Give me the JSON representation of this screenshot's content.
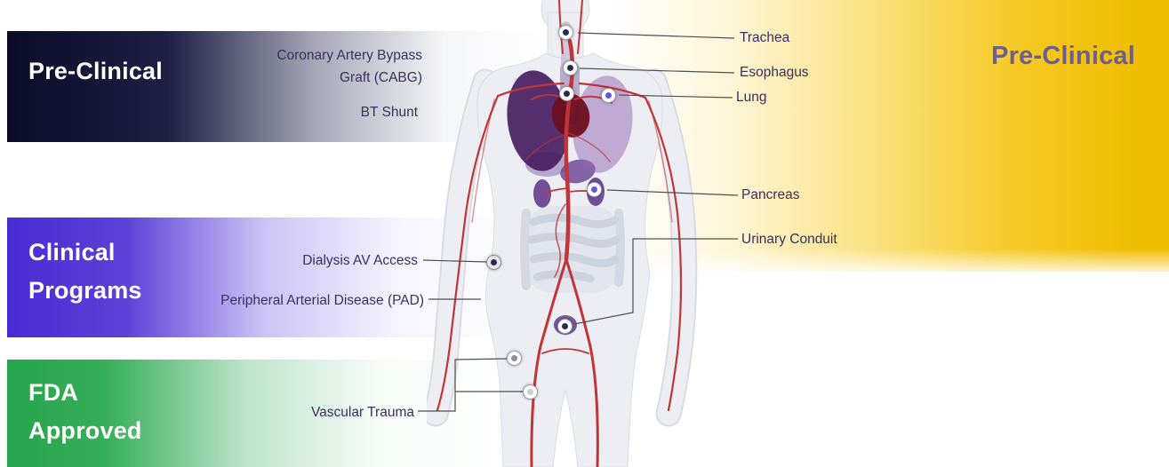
{
  "stages": {
    "pre_clinical_left": {
      "title": "Pre-Clinical"
    },
    "clinical": {
      "lines": [
        "Clinical",
        "Programs"
      ]
    },
    "fda": {
      "lines": [
        "FDA",
        "Approved"
      ]
    },
    "pre_clinical_right": {
      "title": "Pre-Clinical"
    }
  },
  "program_labels": {
    "cabg": "Coronary Artery Bypass Graft (CABG)",
    "bt_shunt": "BT Shunt",
    "dialysis_av_access": "Dialysis AV Access",
    "pad": "Peripheral Arterial Disease (PAD)",
    "vascular_trauma": "Vascular Trauma"
  },
  "anatomy_labels": {
    "trachea": "Trachea",
    "esophagus": "Esophagus",
    "lung": "Lung",
    "pancreas": "Pancreas",
    "urinary_conduit": "Urinary Conduit"
  },
  "markers": [
    {
      "name": "trachea-marker"
    },
    {
      "name": "esophagus-marker"
    },
    {
      "name": "lung-left-marker"
    },
    {
      "name": "lung-right-marker"
    },
    {
      "name": "pancreas-marker"
    },
    {
      "name": "dialysis-av-access-marker"
    },
    {
      "name": "urinary-conduit-marker"
    },
    {
      "name": "vascular-trauma-marker-1"
    },
    {
      "name": "vascular-trauma-marker-2"
    }
  ],
  "colors": {
    "pre_clinical_band": "#0a0c28",
    "clinical_band": "#4a2bd3",
    "fda_band": "#25a64d",
    "pre_clinical_region": "#f0bd00",
    "label_text": "#3a2f5f",
    "right_title_text": "#6b5e92",
    "marker_navy": "#262c49",
    "marker_violet": "#5f58d8",
    "vessel_red": "#c13438",
    "lung_purple": "#451a5f"
  }
}
